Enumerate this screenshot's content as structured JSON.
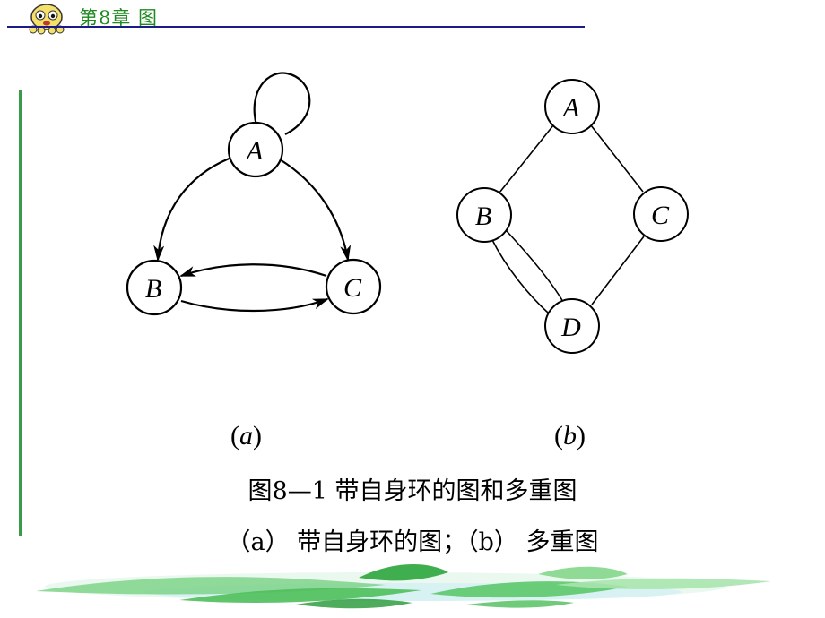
{
  "header": {
    "title": "第8章  图"
  },
  "diagram_a": {
    "nodes": [
      "A",
      "B",
      "C"
    ],
    "label_open": "(",
    "label_letter": "a",
    "label_close": ")"
  },
  "diagram_b": {
    "nodes": [
      "A",
      "B",
      "C",
      "D"
    ],
    "label_open": "(",
    "label_letter": "b",
    "label_close": ")"
  },
  "caption": {
    "main": "图8—1 带自身环的图和多重图",
    "sub": "（a） 带自身环的图；（b） 多重图"
  },
  "colors": {
    "header_text": "#1f8a1f",
    "header_rule": "#1a1a8a",
    "side_bar": "#3a9a4a",
    "leaf_green": "#4fbf5a"
  }
}
